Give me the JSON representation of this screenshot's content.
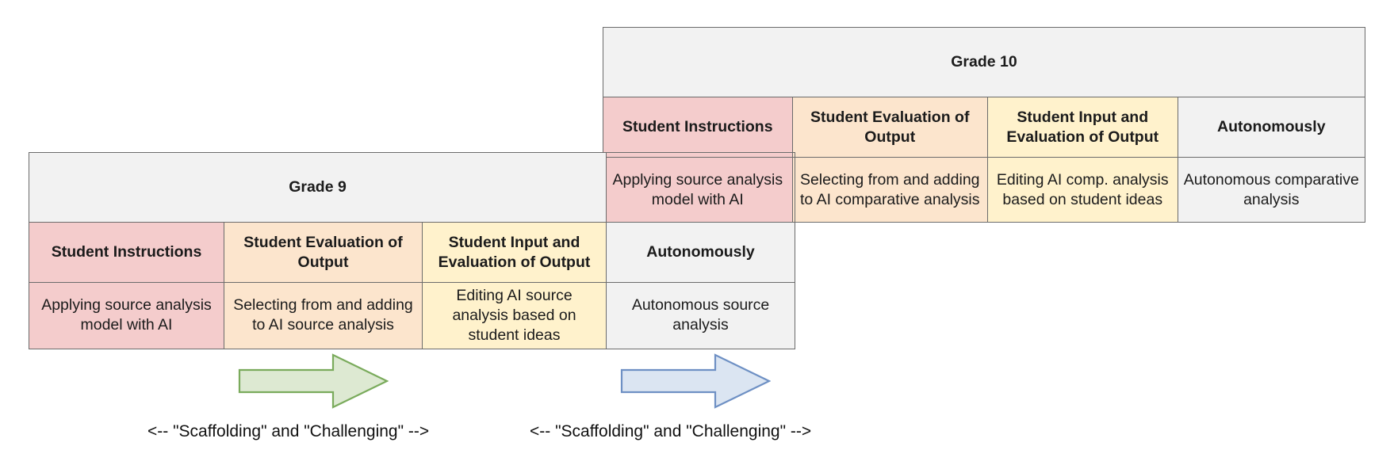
{
  "figure": {
    "type": "two-table-progression-diagram"
  },
  "colors": {
    "pink_fill": "#f4cccc",
    "pink_border": "#cc4b4b",
    "peach_fill": "#fce5cd",
    "peach_border": "#cc9900",
    "cream_fill": "#fff2cc",
    "cream_border": "#cca300",
    "gray_fill": "#f2f2f2",
    "gray_border": "#6b6b6b",
    "arrow_green_fill": "#dde9d2",
    "arrow_green_border": "#7aab5c",
    "arrow_blue_fill": "#dbe5f2",
    "arrow_blue_border": "#6e90c4"
  },
  "tables": {
    "grade_9": {
      "title": "Grade 9",
      "headers": [
        "Student Instructions",
        "Student Evaluation of Output",
        "Student Input and Evaluation of Output",
        "Autonomously"
      ],
      "cells": [
        "Applying source analysis model with AI",
        "Selecting from and adding to AI source analysis",
        "Editing AI source analysis based on student ideas",
        "Autonomous source analysis"
      ]
    },
    "grade_10": {
      "title": "Grade 10",
      "headers": [
        "Student Instructions",
        "Student Evaluation of Output",
        "Student Input and Evaluation of Output",
        "Autonomously"
      ],
      "cells": [
        "Applying source analysis model with AI",
        "Selecting from and adding to AI comparative analysis",
        "Editing AI comp. analysis based on student ideas",
        "Autonomous comparative analysis"
      ]
    }
  },
  "arrows": {
    "green": {
      "name": "green-right-arrow",
      "direction": "right"
    },
    "blue": {
      "name": "blue-right-arrow",
      "direction": "right"
    }
  },
  "captions": {
    "grade_9": "<-- \"Scaffolding\" and \"Challenging\" -->",
    "grade_10": "<-- \"Scaffolding\" and \"Challenging\" -->"
  }
}
